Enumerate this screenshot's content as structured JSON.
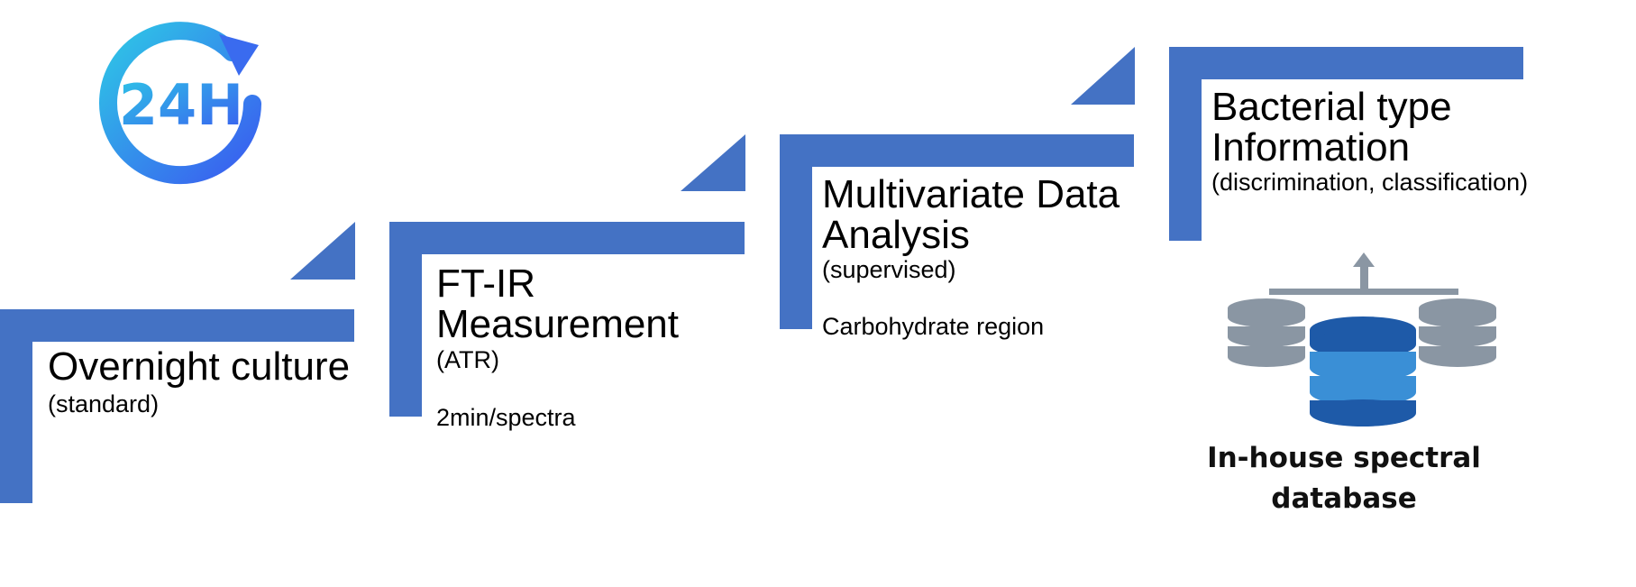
{
  "icon": {
    "name": "24h-icon",
    "text": "24H"
  },
  "steps": [
    {
      "title": "Overnight culture",
      "subtitle": "(standard)",
      "note": ""
    },
    {
      "title": "FT-IR",
      "title2": "Measurement",
      "subtitle": "(ATR)",
      "note": "2min/spectra"
    },
    {
      "title": "Multivariate Data",
      "title2": "Analysis",
      "subtitle": "(supervised)",
      "note": "Carbohydrate region"
    },
    {
      "title": "Bacterial type",
      "title2": "Information",
      "subtitle": "(discrimination, classification)",
      "note": ""
    }
  ],
  "database": {
    "label_line1": "In-house spectral",
    "label_line2": "database",
    "icon": "database-stack-icon"
  },
  "colors": {
    "step": "#4472C4",
    "icon_gradient_start": "#2EC7E6",
    "icon_gradient_end": "#3A5BF0"
  }
}
